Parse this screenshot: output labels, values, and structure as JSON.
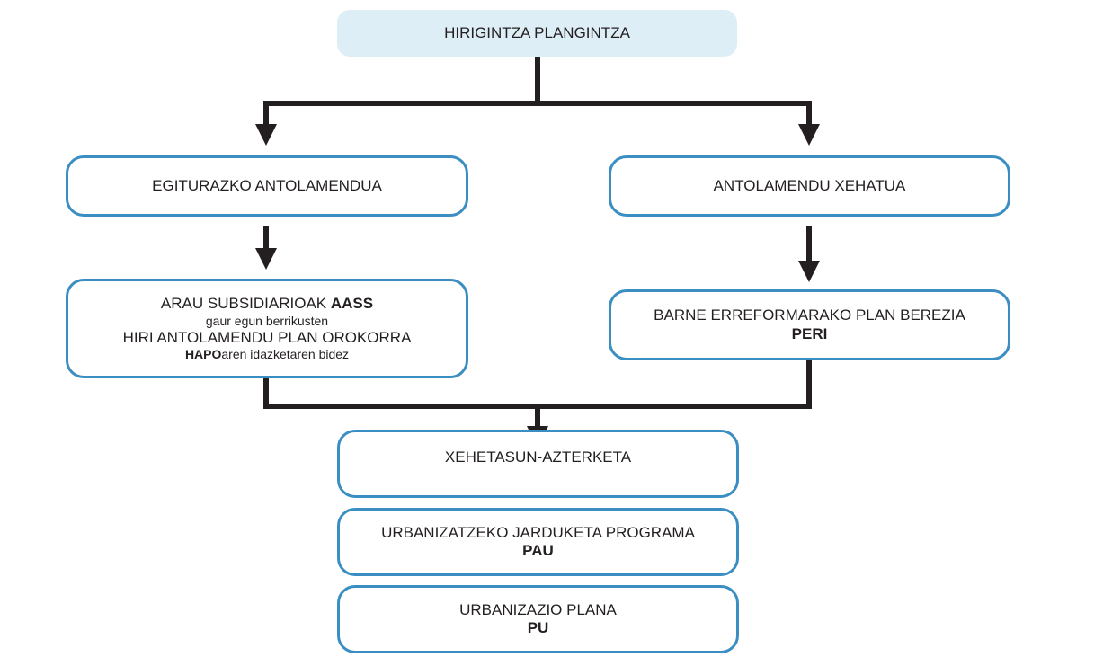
{
  "root": {
    "label": "HIRIGINTZA PLANGINTZA"
  },
  "egiturazko": {
    "label": "EGITURAZKO ANTOLAMENDUA"
  },
  "xehatua": {
    "label": "ANTOLAMENDU XEHATUA"
  },
  "arau": {
    "line1": "ARAU SUBSIDIARIOAK ",
    "line1_bold": "AASS",
    "line2": "gaur egun berrikusten",
    "line3": "HIRI ANTOLAMENDU PLAN OROKORRA",
    "line4_bold": "HAPO",
    "line4": "aren idazketaren bidez"
  },
  "peri": {
    "label": "BARNE ERREFORMARAKO PLAN BEREZIA",
    "abbr": "PERI"
  },
  "xehetasun": {
    "label": "XEHETASUN-AZTERKETA"
  },
  "pau": {
    "label": "URBANIZATZEKO JARDUKETA PROGRAMA",
    "abbr": "PAU"
  },
  "pu": {
    "label": "URBANIZAZIO PLANA",
    "abbr": "PU"
  },
  "colors": {
    "border": "#3b8ec2",
    "root_fill": "#deeef6",
    "connector": "#231f20"
  }
}
